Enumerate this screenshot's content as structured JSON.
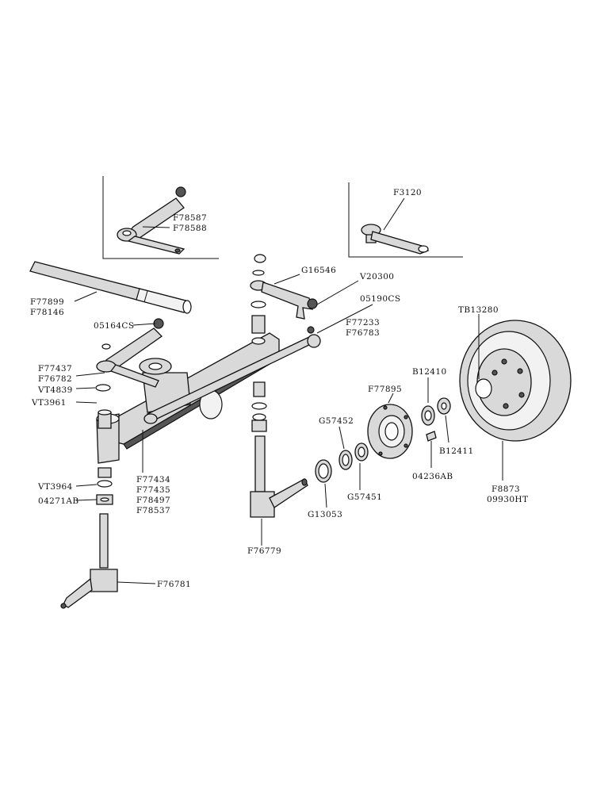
{
  "colors": {
    "ink": "#111111",
    "paper": "#ffffff",
    "steel": "#d9d9d9",
    "shadow": "#555555"
  },
  "labels": {
    "f78587": "F78587",
    "f78588": "F78588",
    "f3120": "F3120",
    "f77899": "F77899",
    "f78146": "F78146",
    "g16546": "G16546",
    "v20300": "V20300",
    "p05190cs": "05190CS",
    "p05164cs": "05164CS",
    "f77233": "F77233",
    "f76783": "F76783",
    "tb13280": "TB13280",
    "f77437": "F77437",
    "f76782": "F76782",
    "vt4839": "VT4839",
    "vt3961": "VT3961",
    "b12410": "B12410",
    "f77895": "F77895",
    "g57452": "G57452",
    "b12411": "B12411",
    "p04236ab": "04236AB",
    "f77434": "F77434",
    "f77435": "F77435",
    "f78497": "F78497",
    "f78537": "F78537",
    "vt3964": "VT3964",
    "p04271ab": "04271AB",
    "g57451": "G57451",
    "g13053": "G13053",
    "f8873": "F8873",
    "p09930ht": "09930HT",
    "f76779": "F76779",
    "f76781": "F76781"
  }
}
